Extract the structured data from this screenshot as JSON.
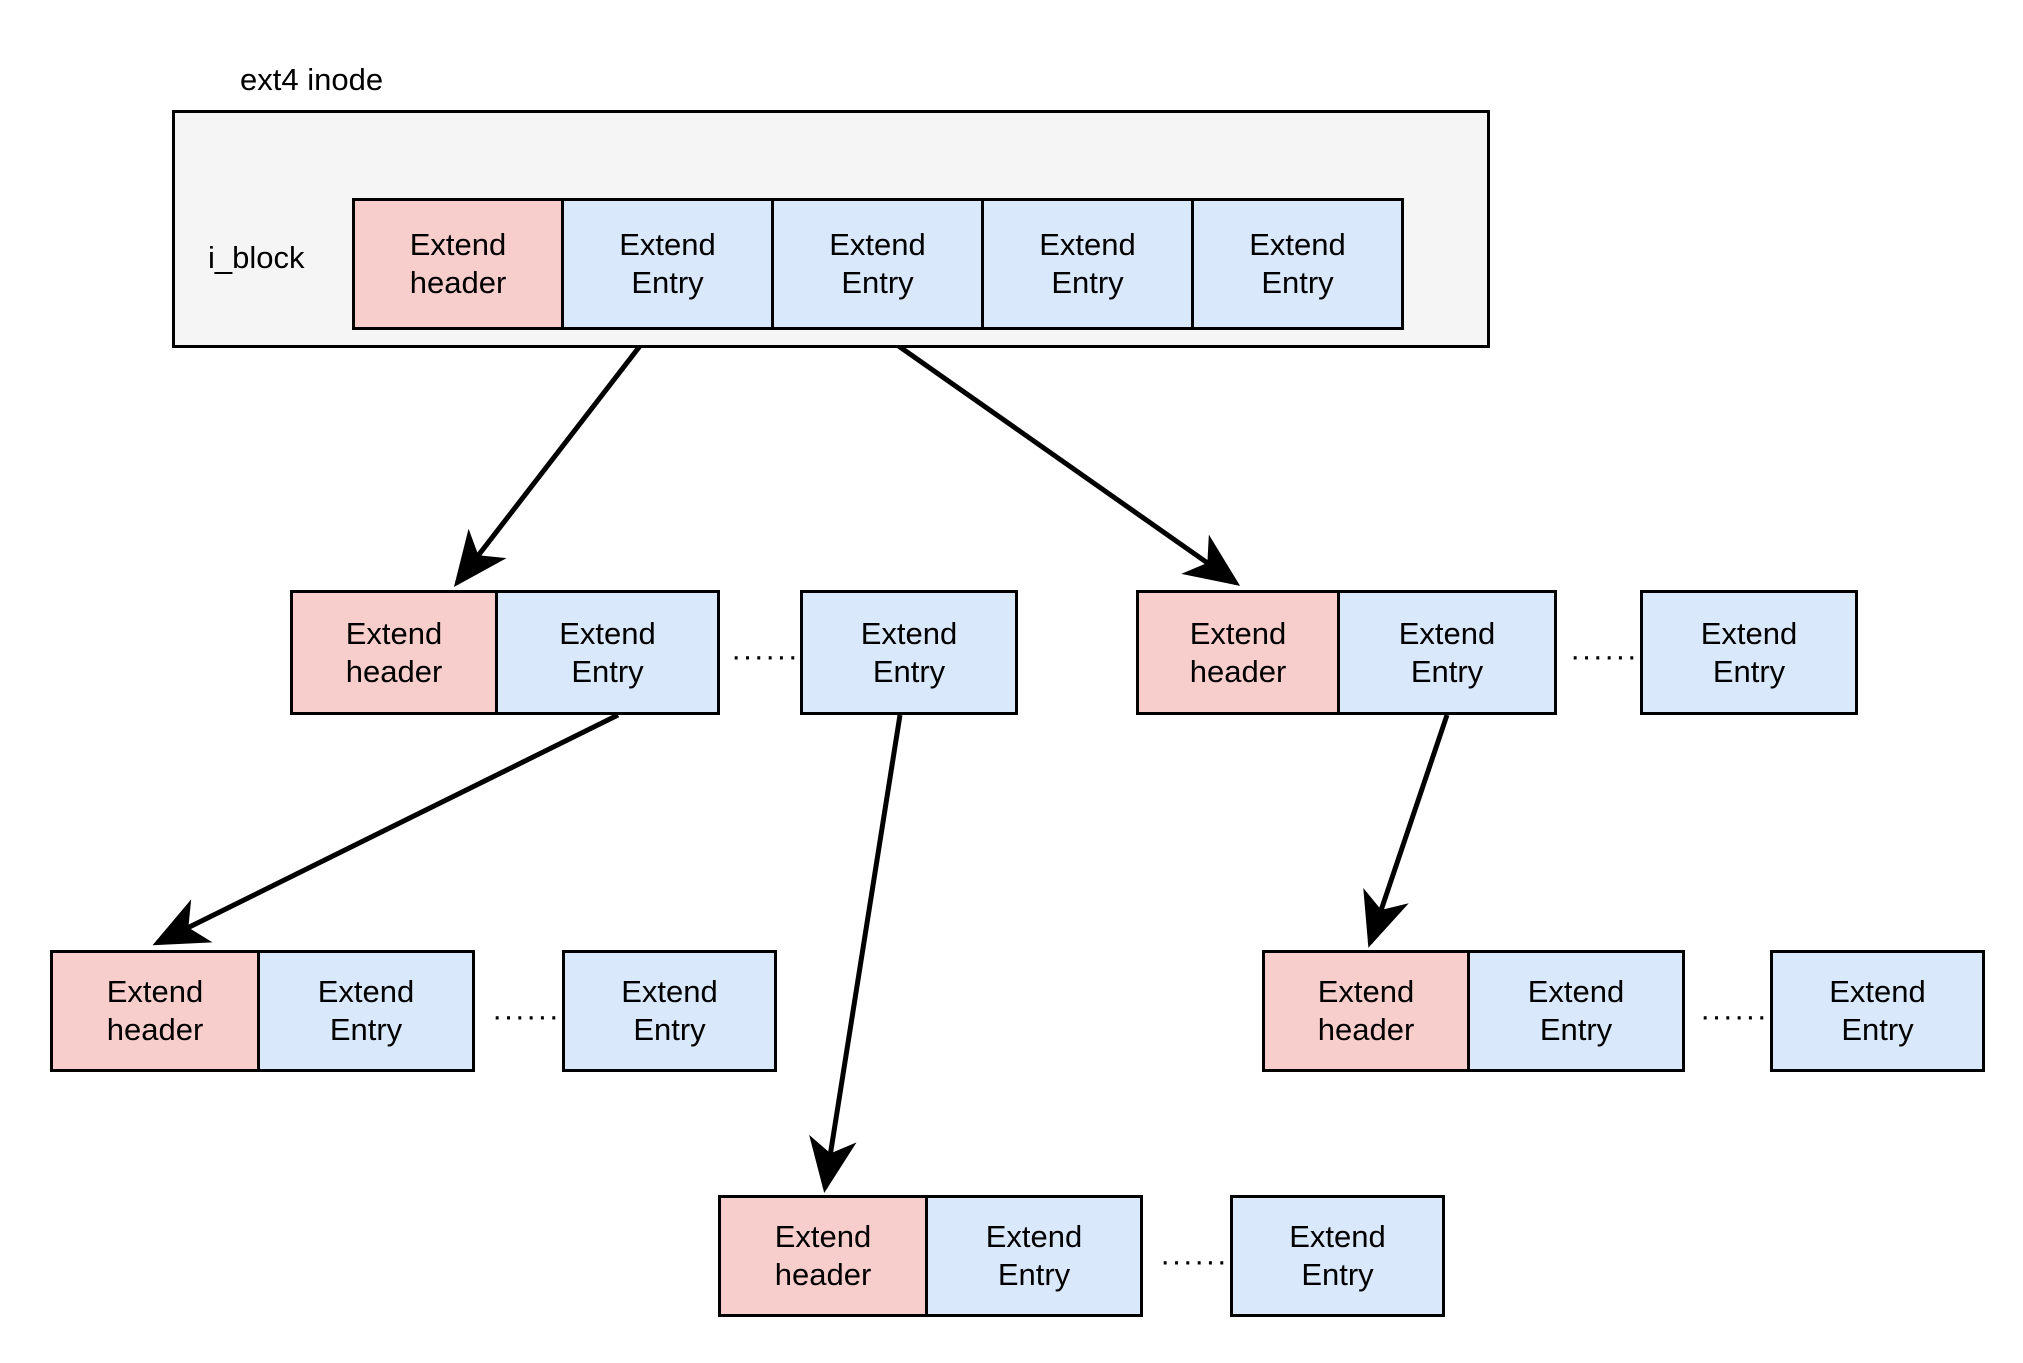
{
  "diagram": {
    "title": "ext4 inode",
    "labels": {
      "i_block": "i_block",
      "ellipsis": "······"
    },
    "cell_text": {
      "header_line1": "Extend",
      "header_line2": "header",
      "entry_line1": "Extend",
      "entry_line2": "Entry"
    },
    "colors": {
      "header_fill": "#f8cecc",
      "entry_fill": "#dae8fc",
      "inode_fill": "#f5f5f5",
      "stroke": "#000000",
      "page_background": "#ffffff"
    },
    "rows": [
      {
        "name": "inode-i-block-row",
        "cells": [
          {
            "kind": "header",
            "l1": "Extend",
            "l2": "header"
          },
          {
            "kind": "entry",
            "l1": "Extend",
            "l2": "Entry"
          },
          {
            "kind": "entry",
            "l1": "Extend",
            "l2": "Entry"
          },
          {
            "kind": "entry",
            "l1": "Extend",
            "l2": "Entry"
          },
          {
            "kind": "entry",
            "l1": "Extend",
            "l2": "Entry"
          }
        ]
      },
      {
        "name": "level2-left-block",
        "cells": [
          {
            "kind": "header",
            "l1": "Extend",
            "l2": "header"
          },
          {
            "kind": "entry",
            "l1": "Extend",
            "l2": "Entry"
          },
          {
            "kind": "ellipsis",
            "l1": "······"
          },
          {
            "kind": "entry",
            "l1": "Extend",
            "l2": "Entry"
          }
        ]
      },
      {
        "name": "level2-right-block",
        "cells": [
          {
            "kind": "header",
            "l1": "Extend",
            "l2": "header"
          },
          {
            "kind": "entry",
            "l1": "Extend",
            "l2": "Entry"
          },
          {
            "kind": "ellipsis",
            "l1": "······"
          },
          {
            "kind": "entry",
            "l1": "Extend",
            "l2": "Entry"
          }
        ]
      },
      {
        "name": "level3-left-block",
        "cells": [
          {
            "kind": "header",
            "l1": "Extend",
            "l2": "header"
          },
          {
            "kind": "entry",
            "l1": "Extend",
            "l2": "Entry"
          },
          {
            "kind": "ellipsis",
            "l1": "······"
          },
          {
            "kind": "entry",
            "l1": "Extend",
            "l2": "Entry"
          }
        ]
      },
      {
        "name": "level3-right-block",
        "cells": [
          {
            "kind": "header",
            "l1": "Extend",
            "l2": "header"
          },
          {
            "kind": "entry",
            "l1": "Extend",
            "l2": "Entry"
          },
          {
            "kind": "ellipsis",
            "l1": "······"
          },
          {
            "kind": "entry",
            "l1": "Extend",
            "l2": "Entry"
          }
        ]
      },
      {
        "name": "level4-center-block",
        "cells": [
          {
            "kind": "header",
            "l1": "Extend",
            "l2": "header"
          },
          {
            "kind": "entry",
            "l1": "Extend",
            "l2": "Entry"
          },
          {
            "kind": "ellipsis",
            "l1": "······"
          },
          {
            "kind": "entry",
            "l1": "Extend",
            "l2": "Entry"
          }
        ]
      }
    ],
    "edges": [
      {
        "name": "inode-entry1-to-level2-left"
      },
      {
        "name": "inode-entry2-to-level2-right"
      },
      {
        "name": "level2-left-entry-to-level3-left"
      },
      {
        "name": "level2-left-tail-entry-to-level4-center"
      },
      {
        "name": "level2-right-entry-to-level3-right"
      }
    ]
  }
}
